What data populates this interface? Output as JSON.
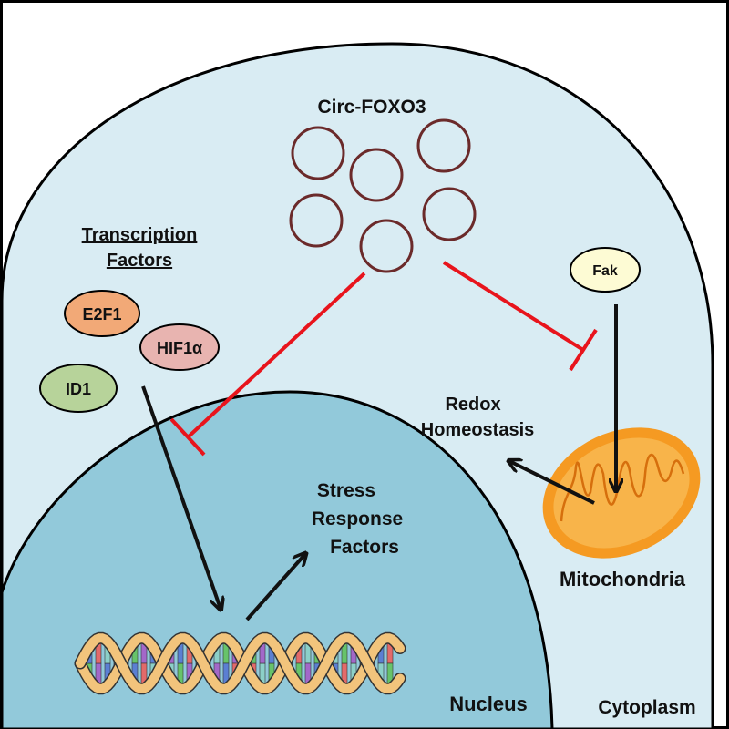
{
  "colors": {
    "frame": "#000000",
    "cell": "#d9ecf3",
    "nucleus": "#92c9da",
    "circ_rna": "#6b2a2a",
    "inhibition": "#e8141c",
    "arrow": "#111111",
    "e2f1": "#f2a977",
    "hif1a": "#e8b4b0",
    "id1": "#b7d39a",
    "fak": "#fdfbd4",
    "mitochondria_outer": "#f59a22",
    "mitochondria_inner": "#f8b44a",
    "dna_backbone": "#f2c47c",
    "dna_base_colors": [
      "#67c36a",
      "#a368c9",
      "#5b7fd3",
      "#e36a6a",
      "#8cd0c8"
    ]
  },
  "labels": {
    "circ_foxo3": "Circ-FOXO3",
    "transcription_factors_line1": "Transcription",
    "transcription_factors_line2": "Factors",
    "e2f1": "E2F1",
    "hif1a": "HIF1α",
    "id1": "ID1",
    "fak": "Fak",
    "redox_line1": "Redox",
    "redox_line2": "Homeostasis",
    "stress_line1": "Stress",
    "stress_line2": "Response",
    "stress_line3": "Factors",
    "mitochondria": "Mitochondria",
    "nucleus": "Nucleus",
    "cytoplasm": "Cytoplasm"
  },
  "icons": {
    "circ_rna": "circle-icon",
    "dna": "dna-double-helix-icon",
    "mitochondrion": "mitochondrion-icon"
  }
}
